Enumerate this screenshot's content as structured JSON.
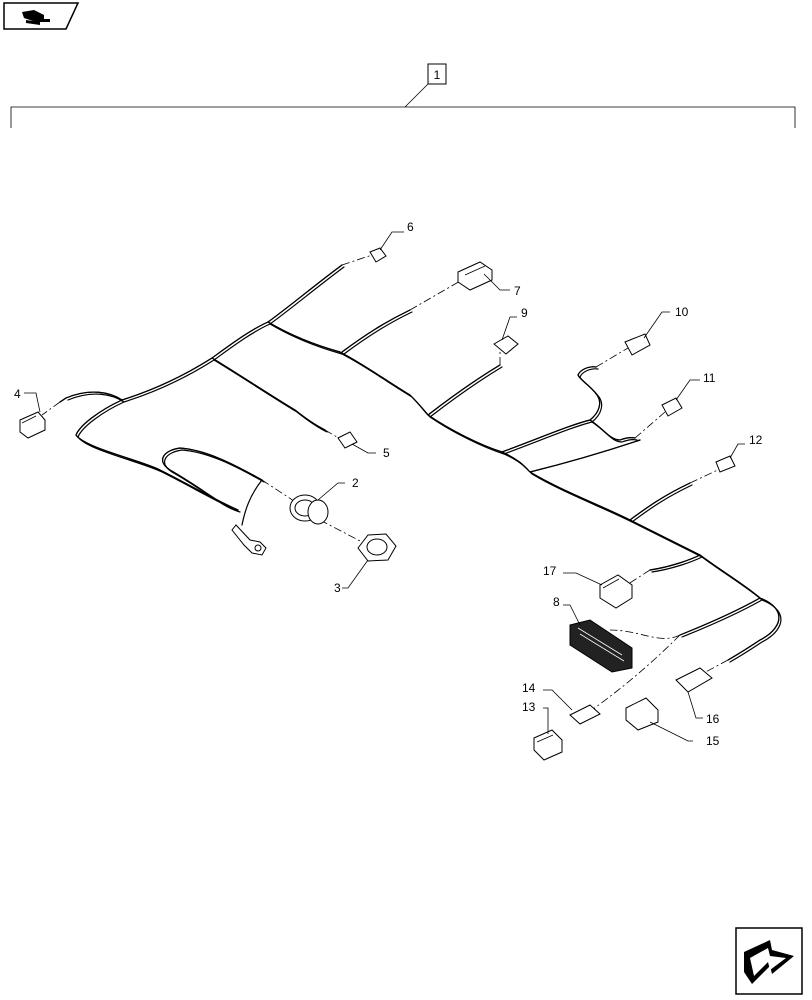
{
  "diagram": {
    "assembly_label": "1",
    "callouts": [
      {
        "id": "2",
        "label": "2"
      },
      {
        "id": "3",
        "label": "3"
      },
      {
        "id": "4",
        "label": "4"
      },
      {
        "id": "5",
        "label": "5"
      },
      {
        "id": "6",
        "label": "6"
      },
      {
        "id": "7",
        "label": "7"
      },
      {
        "id": "8",
        "label": "8"
      },
      {
        "id": "9",
        "label": "9"
      },
      {
        "id": "10",
        "label": "10"
      },
      {
        "id": "11",
        "label": "11"
      },
      {
        "id": "12",
        "label": "12"
      },
      {
        "id": "13",
        "label": "13"
      },
      {
        "id": "14",
        "label": "14"
      },
      {
        "id": "15",
        "label": "15"
      },
      {
        "id": "16",
        "label": "16"
      },
      {
        "id": "17",
        "label": "17"
      }
    ]
  },
  "icons": {
    "top_left": "previous-page-icon",
    "bottom_right": "next-page-icon"
  }
}
